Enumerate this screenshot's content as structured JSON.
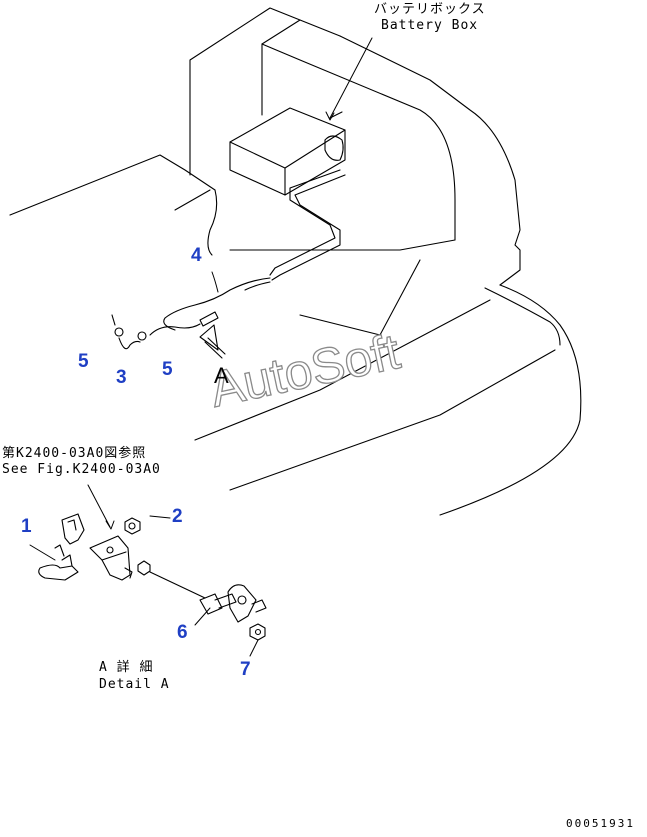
{
  "callouts": {
    "battery_box": {
      "jp": "バッテリボックス",
      "en": "Battery Box"
    },
    "see_fig": {
      "jp": "第K2400-03A0図参照",
      "en": "See Fig.K2400-03A0"
    },
    "detail": {
      "jp": "A 詳 細",
      "en": "Detail A"
    },
    "view_letter": "A"
  },
  "part_numbers": {
    "n1": "1",
    "n2": "2",
    "n3": "3",
    "n4": "4",
    "n5a": "5",
    "n5b": "5",
    "n6": "6",
    "n7": "7"
  },
  "watermark": "AutoSoft",
  "drawing_code": "00051931",
  "colors": {
    "line": "#000000",
    "part_number": "#1f3fc4",
    "watermark_outline": "#8a8a8a"
  }
}
